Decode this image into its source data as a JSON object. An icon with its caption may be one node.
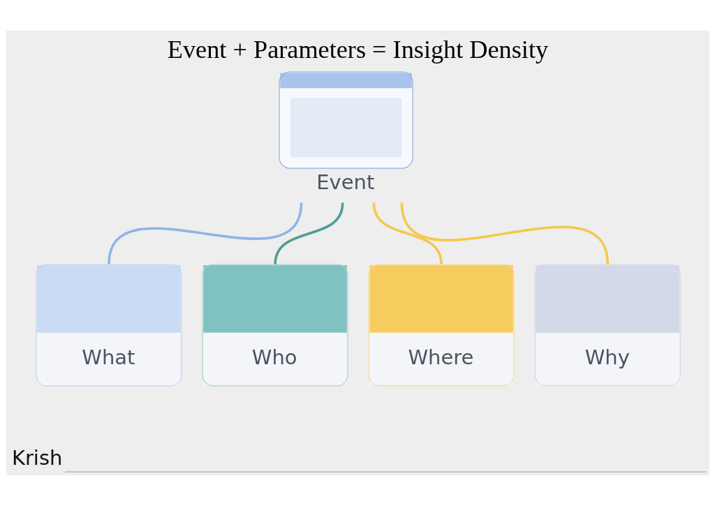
{
  "diagram": {
    "title": "Event + Parameters = Insight Density",
    "nodes": [
      {
        "text": [
          "Event"
        ]
      },
      {
        "text": [
          "What"
        ]
      },
      {
        "text": [
          "Who"
        ]
      },
      {
        "text": [
          "Where"
        ]
      },
      {
        "text": [
          "Why"
        ]
      }
    ],
    "edges": [
      {
        "from": 0,
        "to": 1,
        "arrow": "none",
        "color": "#8fb3e6"
      },
      {
        "from": 0,
        "to": 2,
        "arrow": "none",
        "color": "#4f9e96"
      },
      {
        "from": 0,
        "to": 3,
        "arrow": "none",
        "color": "#f5c84c"
      },
      {
        "from": 0,
        "to": 4,
        "arrow": "none",
        "color": "#f5c84c"
      }
    ],
    "labels": [
      "Krish"
    ]
  }
}
